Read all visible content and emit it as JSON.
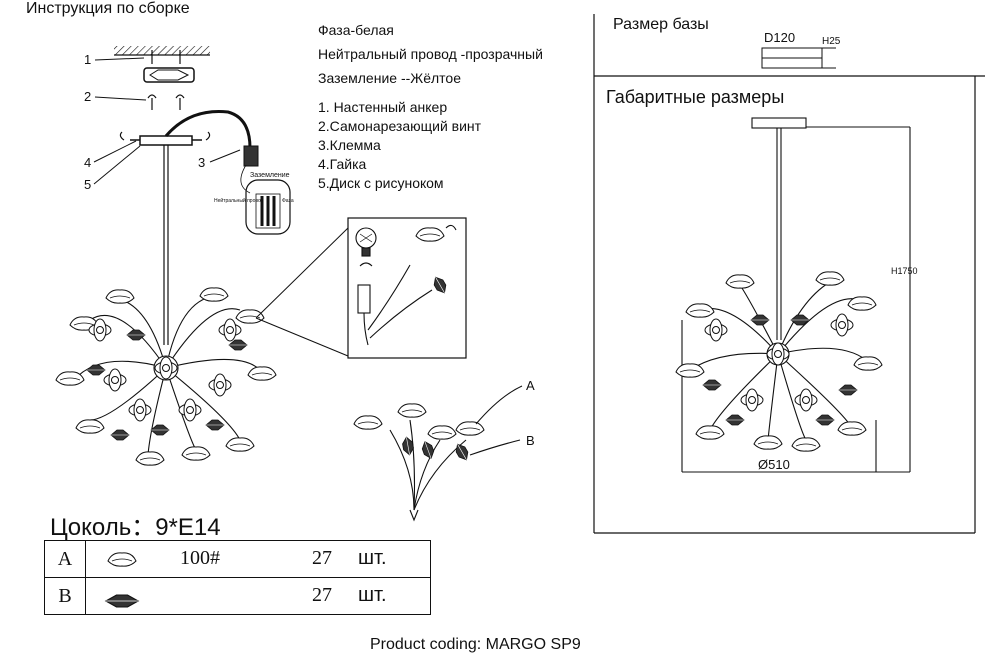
{
  "header": {
    "title": "Инструкция по сборке"
  },
  "wiring": {
    "phase": "Фаза-белая",
    "neutral": "Нейтральный провод -прозрачный",
    "ground": "Заземление --Жёлтое"
  },
  "parts_legend": [
    "1. Настенный анкер",
    "2.Самонарезающий винт",
    "3.Клемма",
    "4.Гайка",
    "5.Диск с рисунокoм"
  ],
  "callouts": {
    "n1": "1",
    "n2": "2",
    "n3": "3",
    "n4": "4",
    "n5": "5",
    "a": "A",
    "b": "B"
  },
  "terminal": {
    "ground_label": "Заземление",
    "neutral_label": "Нейтральный провод",
    "phase_label": "Фаза"
  },
  "base": {
    "title": "Размер базы",
    "diameter": "D120",
    "height": "H25"
  },
  "overall": {
    "title": "Габаритные размеры",
    "height": "H1750",
    "diameter": "Ø510"
  },
  "socket": {
    "label": "Цоколь：",
    "value": "9*E14"
  },
  "parts_table": [
    {
      "letter": "A",
      "code": "100#",
      "qty": "27",
      "unit": "шт."
    },
    {
      "letter": "B",
      "code": "",
      "qty": "27",
      "unit": "шт."
    }
  ],
  "footer": {
    "coding": "Product coding: MARGO SP9"
  },
  "colors": {
    "line": "#111111",
    "background": "#ffffff"
  }
}
